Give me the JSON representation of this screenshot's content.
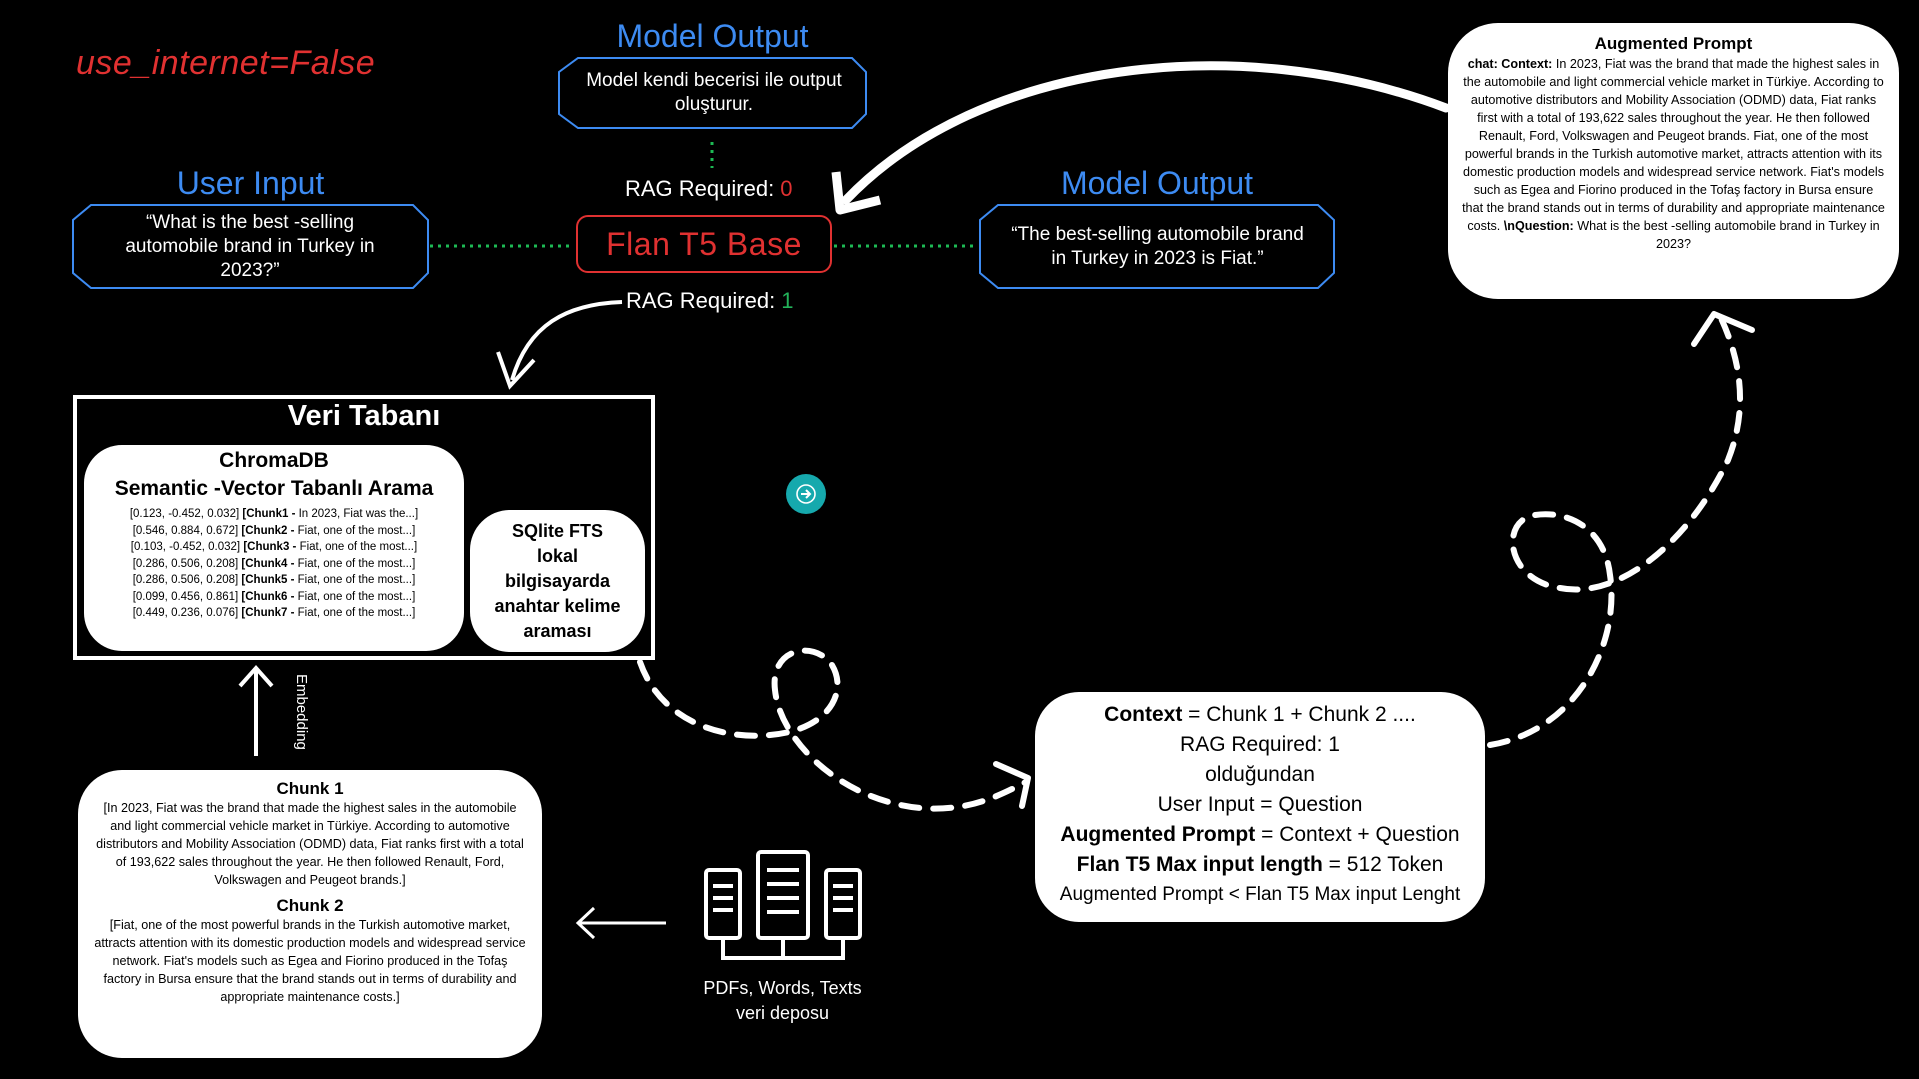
{
  "flag_label": "use_internet=False",
  "model_output_top": {
    "title": "Model Output",
    "text": "Model kendi becerisi ile output oluşturur."
  },
  "user_input": {
    "title": "User Input",
    "text": "“What is the best -selling automobile brand in Turkey in 2023?”"
  },
  "model_output_right": {
    "title": "Model Output",
    "text": "“The best-selling automobile brand in Turkey in 2023 is Fiat.”"
  },
  "flan_node": "Flan T5 Base",
  "rag_zero": {
    "label": "RAG Required: ",
    "value": "0"
  },
  "rag_one": {
    "label": "RAG Required: ",
    "value": "1"
  },
  "database": {
    "title": "Veri Tabanı",
    "chroma_title": "ChromaDB",
    "chroma_subtitle": "Semantic -Vector Tabanlı Arama",
    "vectors": [
      {
        "vec": "[0.123, -0.452, 0.032]",
        "chunk": "[Chunk1 -",
        "snippet": "In 2023, Fiat was the...]"
      },
      {
        "vec": "[0.546, 0.884, 0.672]",
        "chunk": "[Chunk2 -",
        "snippet": "Fiat, one of the most...]"
      },
      {
        "vec": "[0.103, -0.452, 0.032]",
        "chunk": "[Chunk3 -",
        "snippet": "Fiat, one of the most...]"
      },
      {
        "vec": "[0.286, 0.506, 0.208]",
        "chunk": "[Chunk4 -",
        "snippet": "Fiat, one of the most...]"
      },
      {
        "vec": "[0.286, 0.506, 0.208]",
        "chunk": "[Chunk5 -",
        "snippet": "Fiat, one of the most...]"
      },
      {
        "vec": "[0.099, 0.456, 0.861]",
        "chunk": "[Chunk6 -",
        "snippet": "Fiat, one of the most...]"
      },
      {
        "vec": "[0.449, 0.236, 0.076]",
        "chunk": "[Chunk7 -",
        "snippet": "Fiat, one of the most...]"
      }
    ],
    "sqlite_text": "SQlite FTS\nlokal\nbilgisayarda\nanahtar kelime\naraması"
  },
  "embedding_label": "Embedding",
  "chunks": {
    "chunk1_title": "Chunk 1",
    "chunk1_text": "[In 2023, Fiat was the brand that made the highest sales in the automobile and light commercial vehicle market in Türkiye. According to automotive distributors and Mobility Association (ODMD) data, Fiat ranks first with a total of 193,622 sales throughout the year. He then followed Renault, Ford, Volkswagen and Peugeot brands.]",
    "chunk2_title": "Chunk 2",
    "chunk2_text": "[Fiat, one of the most powerful brands in the Turkish automotive market, attracts attention with its domestic production models and widespread service network. Fiat's models such as Egea and Fiorino produced in the Tofaş factory in Bursa ensure that the brand stands out in terms of durability and appropriate maintenance costs.]"
  },
  "storage": {
    "line1": "PDFs, Words, Texts",
    "line2": "veri deposu"
  },
  "context": {
    "l1_bold": "Context",
    "l1_rest": " = Chunk 1 + Chunk 2 ....",
    "l2": "RAG Required: 1",
    "l3": "olduğundan",
    "l4": "User Input = Question",
    "l5_bold": "Augmented Prompt",
    "l5_rest": " = Context + Question",
    "l6_bold": "Flan T5 Max input length",
    "l6_rest": " = 512 Token",
    "l7": "Augmented Prompt < Flan T5 Max input Lenght"
  },
  "augmented": {
    "title": "Augmented Prompt",
    "prefix": "chat: Context:",
    "context_text": " In 2023, Fiat was the brand that made the highest sales in the automobile and light commercial vehicle market in Türkiye. According to automotive distributors and Mobility Association (ODMD) data, Fiat ranks first with a total of 193,622 sales throughout the year. He then followed Renault, Ford, Volkswagen and Peugeot brands. Fiat, one of the most powerful brands in the Turkish automotive market, attracts attention with its domestic production models and widespread service network. Fiat's models such as Egea and Fiorino produced in the Tofaş factory in Bursa ensure that the brand stands out in terms of durability and appropriate maintenance costs.",
    "question_label": " \\nQuestion:",
    "question_text": " What is the best -selling automobile brand in Turkey in 2023?"
  },
  "colors": {
    "background": "#000000",
    "title_blue": "#3d8bf2",
    "alert_red": "#e03131",
    "success_green": "#22b35a",
    "dotted_green": "#1db954",
    "teal": "#16a9ad"
  },
  "icons": {
    "next": "arrow-right-circle-icon",
    "storage": "server-stack-icon"
  }
}
